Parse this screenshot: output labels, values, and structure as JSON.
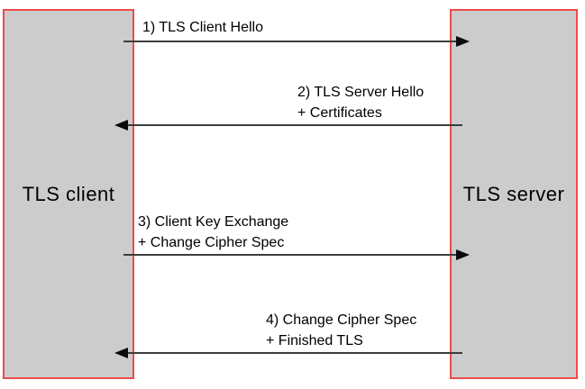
{
  "diagram": {
    "type": "sequence-diagram",
    "subject": "TLS handshake",
    "actors": [
      {
        "id": "client",
        "label": "TLS client"
      },
      {
        "id": "server",
        "label": "TLS server"
      }
    ],
    "messages": [
      {
        "step": 1,
        "from": "client",
        "to": "server",
        "direction": "right",
        "lines": [
          "1) TLS Client Hello"
        ]
      },
      {
        "step": 2,
        "from": "server",
        "to": "client",
        "direction": "left",
        "lines": [
          "2) TLS Server Hello",
          "+ Certificates"
        ]
      },
      {
        "step": 3,
        "from": "client",
        "to": "server",
        "direction": "right",
        "lines": [
          "3) Client Key Exchange",
          "+ Change Cipher Spec"
        ]
      },
      {
        "step": 4,
        "from": "server",
        "to": "client",
        "direction": "left",
        "lines": [
          "4) Change Cipher Spec",
          "+ Finished TLS"
        ]
      }
    ],
    "colors": {
      "background": "#ffffff",
      "box_fill": "#cccccc",
      "box_border": "#f04a4a",
      "arrow_line": "#3d3d3d",
      "arrow_head": "#0a0a0a",
      "text": "#000000"
    }
  }
}
